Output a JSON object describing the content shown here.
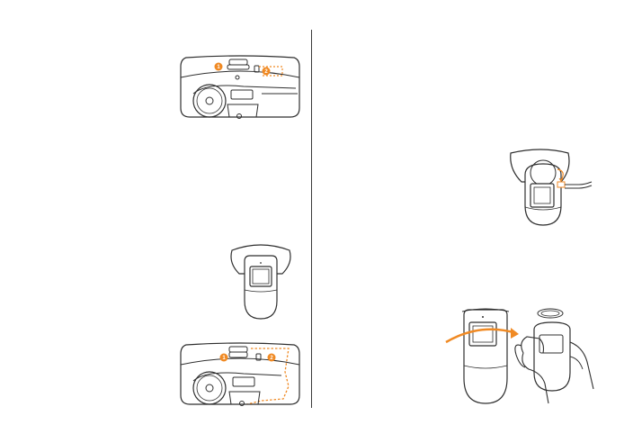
{
  "figures": {
    "dash_top": {
      "step_badges": [
        "1",
        "2"
      ]
    },
    "dash_bottom": {
      "step_badges": [
        "1",
        "2"
      ]
    }
  },
  "colors": {
    "accent": "#f08a24",
    "line": "#2f2f2f",
    "background": "#ffffff"
  },
  "footer": {
    "text": ""
  }
}
